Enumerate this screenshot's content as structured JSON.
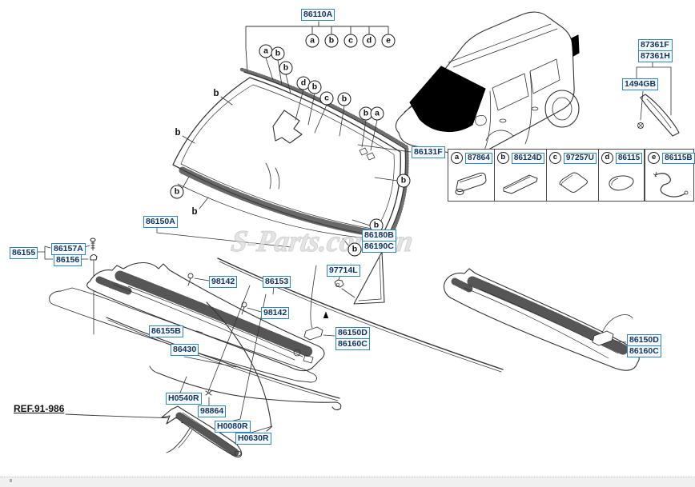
{
  "watermark": "S-Parts.com.vn",
  "letters": {
    "a": "a",
    "b": "b",
    "c": "c",
    "d": "d",
    "e": "e"
  },
  "labels": {
    "l86110A": "86110A",
    "l87361F": "87361F",
    "l87361H": "87361H",
    "l1494GB": "1494GB",
    "l86131F": "86131F",
    "l86155": "86155",
    "l86157A": "86157A",
    "l86156": "86156",
    "l86150A": "86150A",
    "l98142a": "98142",
    "l86153": "86153",
    "l97714L": "97714L",
    "l98142b": "98142",
    "l86180B": "86180B",
    "l86190C": "86190C",
    "l86155B": "86155B",
    "l86430": "86430",
    "l86150Dc": "86150D",
    "l86160Cc": "86160C",
    "l86150Dr": "86150D",
    "l86160Cr": "86160C",
    "lH0540R": "H0540R",
    "l98864": "98864",
    "lH0080R": "H0080R",
    "lH0630R": "H0630R",
    "ref": "REF.91-986"
  },
  "legend": {
    "items": [
      {
        "letter": "a",
        "part": "87864"
      },
      {
        "letter": "b",
        "part": "86124D"
      },
      {
        "letter": "c",
        "part": "97257U"
      },
      {
        "letter": "d",
        "part": "86115"
      },
      {
        "letter": "e",
        "part": "86115B"
      }
    ]
  },
  "colors": {
    "label_border": "#2f86bb",
    "label_text": "#15325c",
    "label_bg": "#f4fafd",
    "line": "#333333",
    "watermark_gray": "#c3c3c3",
    "footer_bg": "#f0f0f0"
  }
}
